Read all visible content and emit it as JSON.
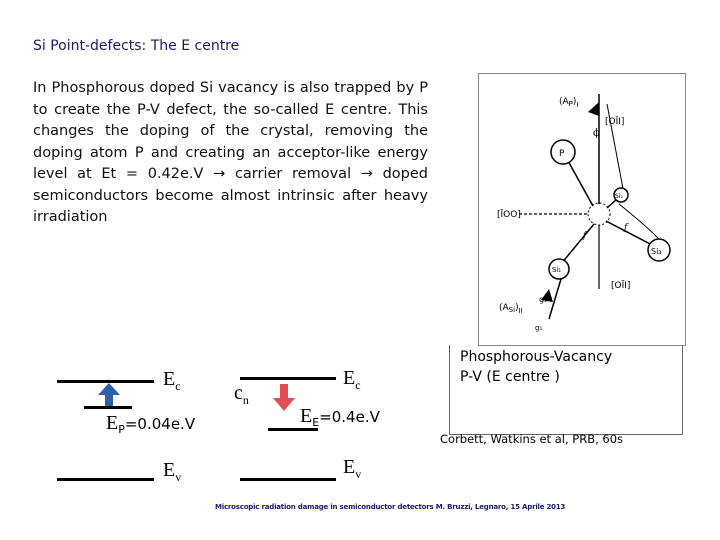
{
  "slide": {
    "title": "Si Point-defects: The E centre",
    "paragraph": "In Phosphorous doped Si vacancy is also trapped by P to create the P-V defect, the so-called E centre. This changes the doping of the crystal, removing the doping atom P and creating an acceptor-like energy level at Et = 0.42e.V → carrier removal → doped semiconductors become almost intrinsic after heavy irradiation",
    "figure": {
      "labels": {
        "ap1": "(A",
        "ap1_sub": "P",
        "ap1_end": ")",
        "ap1_sup": "I",
        "o11_top": "[OĪI]",
        "phi": "ϕ",
        "p": "P",
        "si2": "Si₂",
        "d100": "[ĪOO]",
        "f1": "f",
        "f2": "f",
        "si3": "Si₃",
        "si1": "Si₁",
        "o11_bottom": "[OĪI]",
        "ap2": "(A",
        "ap2_sub": "Si",
        "ap2_end": ")",
        "ap2_sup": "II",
        "g1": "g₁",
        "g2": "g₁"
      }
    },
    "caption": {
      "line1": "Phosphorous-Vacancy",
      "line2": "P-V (E centre )"
    },
    "reference": "Corbett, Watkins et al, PRB, 60s",
    "left_diagram": {
      "ec": "E",
      "ec_sub": "c",
      "ep": "E",
      "ep_sub": "P",
      "ep_value": "=0.04e.V",
      "ev": "E",
      "ev_sub": "v"
    },
    "right_diagram": {
      "cn": "c",
      "cn_sub": "n",
      "ec": "E",
      "ec_sub": "c",
      "ee": "E",
      "ee_sub": "E",
      "ee_value": "=0.4e.V",
      "ev": "E",
      "ev_sub": "v"
    },
    "colors": {
      "title": "#1a1a66",
      "arrow_up": "#2f5fa8",
      "arrow_down": "#e05050"
    },
    "footer": "Microscopic radiation damage in semiconductor detectors M. Bruzzi, Legnaro, 15 Aprile 2013"
  }
}
